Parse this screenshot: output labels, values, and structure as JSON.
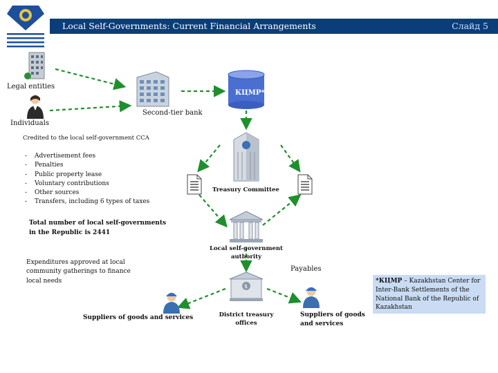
{
  "header": {
    "title": "Local Self-Governments: Current Financial Arrangements",
    "slide": "Слайд 5"
  },
  "nodes": {
    "legal_entities": "Legal entities",
    "individuals": "Individuals",
    "second_tier_bank": "Second-tier bank",
    "kcmr": "КЦМР*",
    "treasury_committee": "Treasury Committee",
    "lsg_authority": "Local self-government authority",
    "district_treasury": "District treasury offices",
    "suppliers_left": "Suppliers of goods and services",
    "suppliers_right": "Suppliers of goods and services",
    "payables": "Payables"
  },
  "credited_heading": "Credited to the local self-government CCA",
  "revenue_items": [
    "Advertisement fees",
    "Penalties",
    "Public property lease",
    "Voluntary contributions",
    "Other sources",
    "Transfers, including 6 types of taxes"
  ],
  "total_text": "Total number of local self-governments in the Republic is 2441",
  "expenditures_text": "Expenditures approved at local community gatherings to finance local needs",
  "footnote": {
    "term": "*КЦМР",
    "text": " – Kazakhstan Center for Inter-Bank Settlements of the National Bank of the Republic of Kazakhstan"
  },
  "colors": {
    "header": "#0b3d7a",
    "arrow": "#1f8f2e",
    "note_bg": "#c9dcf3",
    "kcmr_cylinder": "#4a6fd1"
  }
}
